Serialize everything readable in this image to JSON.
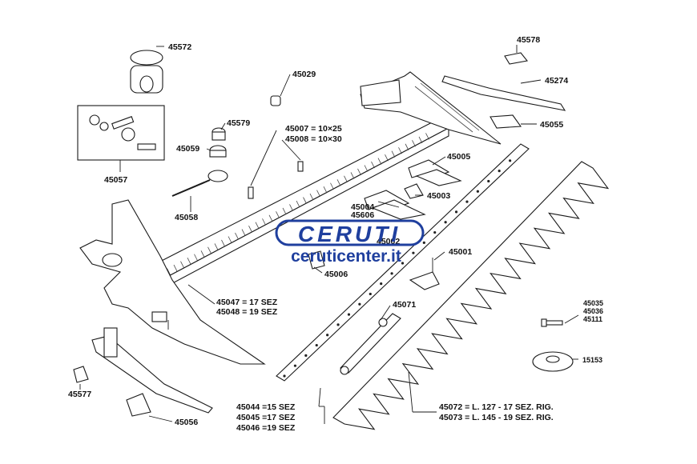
{
  "labels": {
    "p45572": "45572",
    "p45029": "45029",
    "p45578": "45578",
    "p45274": "45274",
    "p45055": "45055",
    "p45579": "45579",
    "p45007": "45007 = 10×25",
    "p45008": "45008 = 10×30",
    "p45059": "45059",
    "p45057": "45057",
    "p45058": "45058",
    "p45005": "45005",
    "p45003": "45003",
    "p45004": "45004",
    "p45606": "45606",
    "p45002": "45002",
    "p45001": "45001",
    "p45006": "45006",
    "p45047": "45047 = 17 SEZ",
    "p45048": "45048 = 19 SEZ",
    "p45071": "45071",
    "p45035": "45035",
    "p45036": "45036",
    "p45111": "45111",
    "p45153": "15153",
    "p45577": "45577",
    "p45056": "45056",
    "p45044": "45044 =15 SEZ",
    "p45045": "45045 =17 SEZ",
    "p45046": "45046 =19 SEZ",
    "p45072": "45072 = L. 127 - 17 SEZ. RIG.",
    "p45073": "45073 = L. 145 - 19 SEZ. RIG."
  },
  "watermark": {
    "brand": "CERUTI",
    "url": "ceruticenter.it",
    "color": "#1f3f9e"
  }
}
